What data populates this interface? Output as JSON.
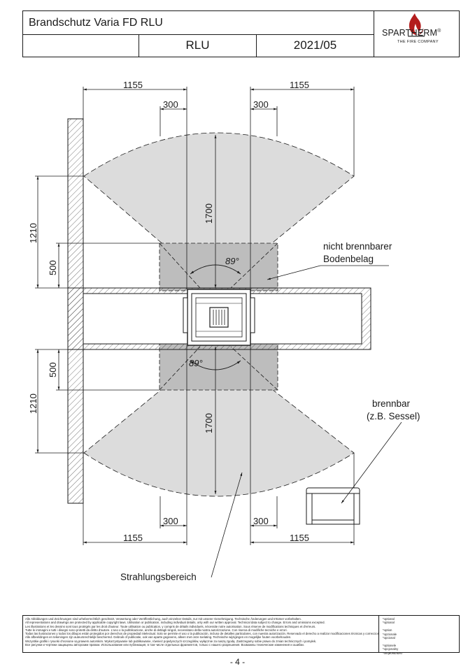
{
  "header": {
    "title": "Brandschutz Varia FD RLU",
    "model": "RLU",
    "date": "2021/05",
    "brand": "SPARTHERM",
    "brand_reg": "®",
    "brand_tagline": "THE FIRE COMPANY"
  },
  "dimensions": {
    "top_left_width": "1155",
    "top_right_width": "1155",
    "top_left_offset": "300",
    "top_right_offset": "300",
    "top_depth": "1700",
    "left_upper_total": "1210",
    "left_upper_inner": "500",
    "left_lower_inner": "500",
    "left_lower_total": "1210",
    "bottom_depth": "1700",
    "bottom_left_offset": "300",
    "bottom_right_offset": "300",
    "bottom_left_width": "1155",
    "bottom_right_width": "1155",
    "angle_top": "89°",
    "angle_bottom": "89°"
  },
  "labels": {
    "floor_line1": "nicht brennbarer",
    "floor_line2": "Bodenbelag",
    "combustible_line1": "brennbar",
    "combustible_line2": "(z.B. Sessel)",
    "radiation": "Strahlungsbereich"
  },
  "colors": {
    "radiation_fill": "#dcdcdc",
    "floor_fill": "#bdbdbd",
    "line": "#1a1a1a"
  },
  "footer": {
    "legal": [
      "Alle Abbildungen und Zeichnungen sind urheberrechtlich geschützt. Verwertung oder Veröffentlichung, auch einzelner Details, nur mit unserer Genehmigung. Technische Änderungen und Irrtümer vorbehalten.",
      "All representations and drawings are protected by applicable copyright laws. Utilisation or publication, including individual details, only with our written approval. Technical data subject to change. Errors and omissions excepted.",
      "Les illustrations et les dessins sont tous protégés par les droit d'auteur. Toute utilisation ou publication, y compris de détails individuels, nécessite notre autorisation. Sous réserve de modifications techniques et d'erreurs.",
      "Tutte le immagini e tutti i disegni sono protetti da diritto d'autore. L'uso o la pubblicazione, anche di dettagli singoli, necessitano della nostra autorizzazione. Con riserva di modifiche tecniche e errori.",
      "Todas las ilustraciones y todos los dibujos están protegidos por derechos de propiedad intelectual. Solo se permite el uso o la publicación, incluso de detalles particulares, con nuestra autorización. Reservado el derecho a realizar modificaciones técnicas y correcciones de errores.",
      "Alle afbeeldingen en tekeningen zijn auteursrechtelijk beschermd. Gebruik of publicatie, ook van aparte gegevens, alleen met onze toelating. Technische wijzigingen en mogelijke fouten voorbehouden.",
      "Wszystkie grafiki i rysunki chronione są prawem autorskim. Wykorzystywanie lub publikowanie, również pojedynczych szczegółów, wyłącznie za naszą zgodą. Zastrzegamy sobie prawo do zmian technicznych i pomyłek.",
      "Все рисунки и чертежи защищены авторским правом. Использование или публикация, в том числе отдельных фрагментов, только с нашего разрешения. Возможны технические изменения и ошибки."
    ],
    "optional": [
      "*optional",
      "*optional",
      "",
      "*option",
      "*opzionale",
      "*opcional",
      "",
      "*optionele",
      "*opcjonalny",
      "*опционально"
    ]
  },
  "page_number": "- 4 -"
}
